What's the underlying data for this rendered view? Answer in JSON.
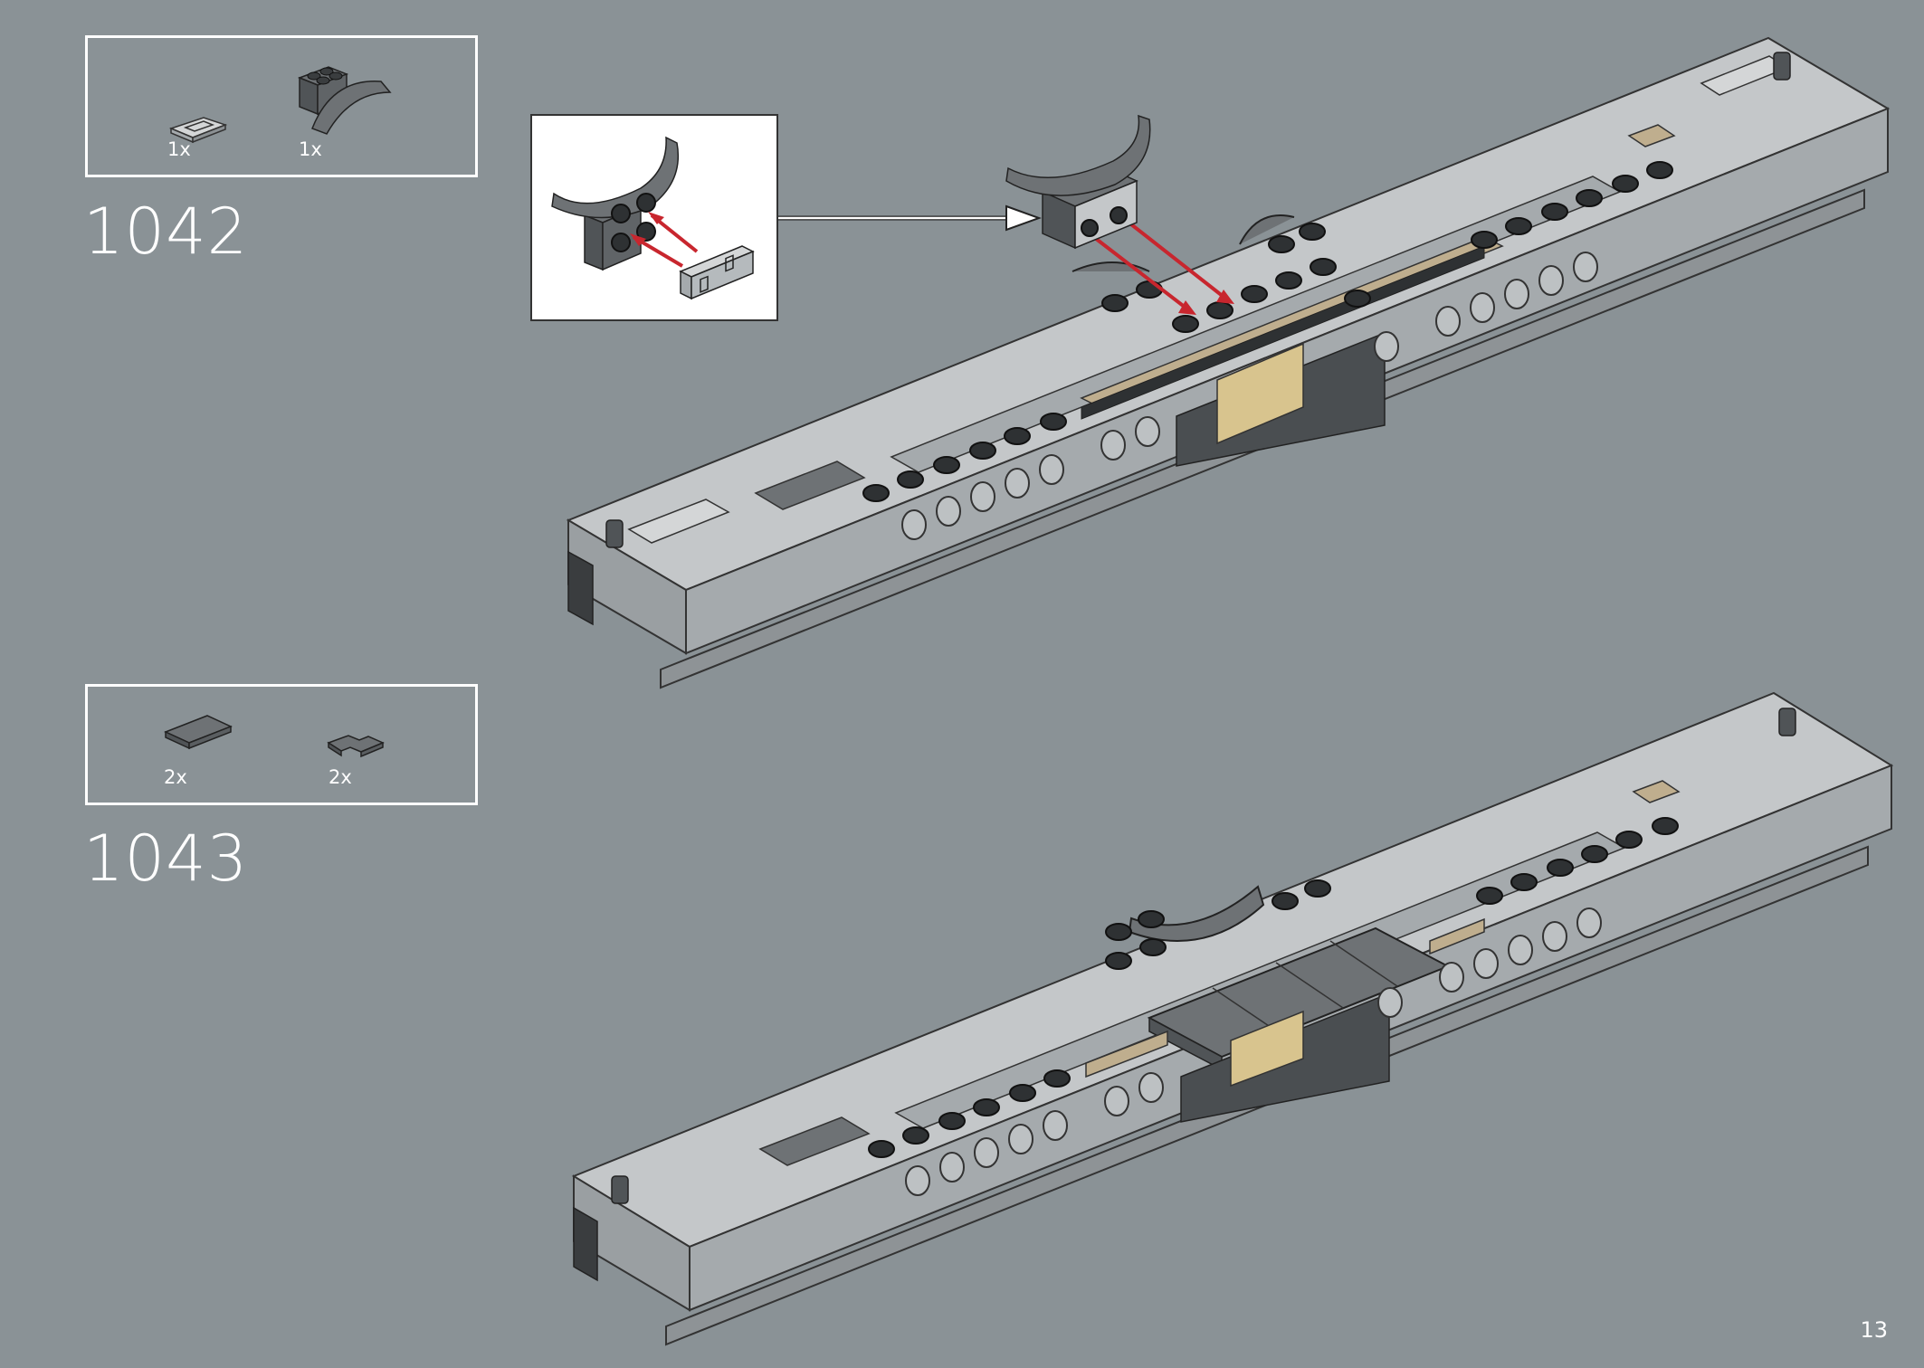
{
  "steps": [
    {
      "number": "1042",
      "parts": [
        {
          "qty": "1x",
          "icon": "tile-1x2-grille-icon"
        },
        {
          "qty": "1x",
          "icon": "mudguard-bracket-icon"
        }
      ]
    },
    {
      "number": "1043",
      "parts": [
        {
          "qty": "2x",
          "icon": "tile-2x2-icon"
        },
        {
          "qty": "2x",
          "icon": "tile-corner-icon"
        }
      ]
    }
  ],
  "page_number": "13",
  "colors": {
    "background": "#8a9296",
    "light_gray": "#a5aaad",
    "dark_gray": "#505457",
    "tan": "#bfae8e",
    "arrow_red": "#c8262e"
  }
}
